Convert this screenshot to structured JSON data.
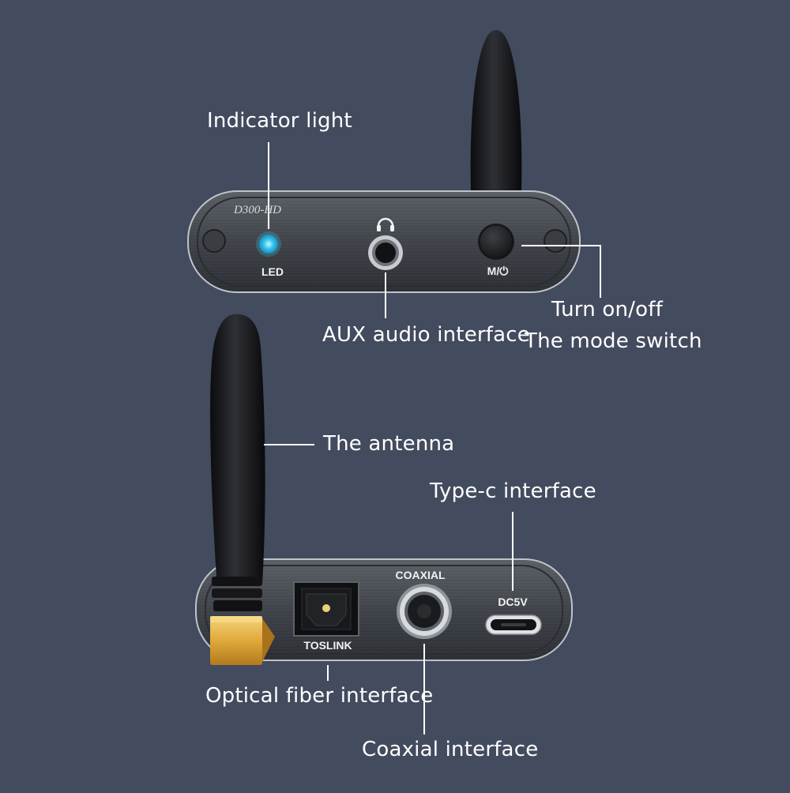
{
  "top_device": {
    "model": "D300-HD",
    "led_label": "LED",
    "mode_label": "M/⏻"
  },
  "bottom_device": {
    "toslink_label": "TOSLINK",
    "coaxial_label": "COAXIAL",
    "dc_label": "DC5V"
  },
  "callouts": {
    "indicator_light": "Indicator light",
    "aux_audio": "AUX audio interface",
    "turn_on_off": "Turn on/off",
    "mode_switch": "The mode switch",
    "antenna": "The antenna",
    "type_c": "Type-c interface",
    "optical_fiber": "Optical fiber interface",
    "coaxial_interface": "Coaxial interface"
  },
  "colors": {
    "background": "#434b5e",
    "led": "#35c6f0",
    "plug_gold": "#e6b84c",
    "callout_text": "#ffffff"
  }
}
